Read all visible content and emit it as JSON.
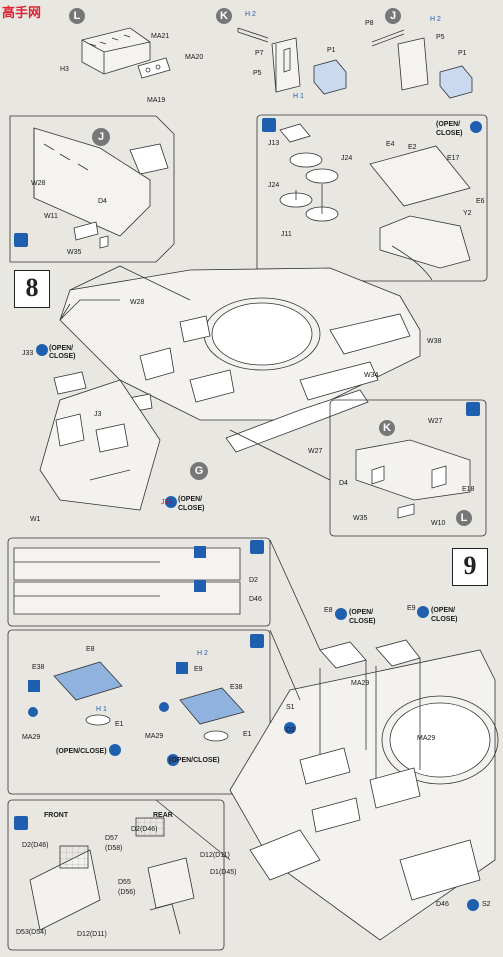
{
  "watermark": "高手网",
  "steps": {
    "step8": "8",
    "step9": "9"
  },
  "circles": {
    "L_top": "L",
    "K_top": "K",
    "J_top": "J",
    "J_w28": "J",
    "G": "G",
    "K_w27": "K",
    "L_w27": "L"
  },
  "callouts": {
    "h2_k": "H 2",
    "h1_k": "H 1",
    "h2_j": "H 2",
    "h2_9": "H 2",
    "h1_9": "H 1"
  },
  "parts": {
    "h3": "H3",
    "ma21": "MA21",
    "ma20": "MA20",
    "ma19": "MA19",
    "p7": "P7",
    "p5a": "P5",
    "p1a": "P1",
    "p8": "P8",
    "p5b": "P5",
    "p1b": "P1",
    "w28a": "W28",
    "d4a": "D4",
    "w11": "W11",
    "w35a": "W35",
    "j13": "J13",
    "j24a": "J24",
    "j24b": "J24",
    "j11": "J11",
    "e4": "E4",
    "e2": "E2",
    "e17": "E17",
    "e6": "E6",
    "y2": "Y2",
    "w28b": "W28",
    "j33a": "J33",
    "j3": "J3",
    "w1": "W1",
    "j33b": "J33",
    "w38": "W38",
    "w34": "W34",
    "w27a": "W27",
    "w27b": "W27",
    "e18": "E18",
    "d4b": "D4",
    "w35b": "W35",
    "w10": "W10",
    "d2a": "D2",
    "d46a": "D46",
    "e8a": "E8",
    "e38a": "E38",
    "ma29a": "MA29",
    "e1a": "E1",
    "e9a": "E9",
    "e38b": "E38",
    "ma29b": "MA29",
    "e1b": "E1",
    "e8b": "E8",
    "e9b": "E9",
    "ma29c": "MA29",
    "ma29d": "MA29",
    "s1": "S1",
    "d2b": "D2",
    "d46b": "D46",
    "s2": "S2",
    "front": "FRONT",
    "rear": "REAR",
    "d2d46": "D2(D46)",
    "d57": "D57",
    "d58": "(D58)",
    "d53": "D53(D54)",
    "d12a": "D12(D11)",
    "d2d46b": "D2(D46)",
    "d12b": "D12(D11)",
    "d1": "D1(D45)",
    "d55": "D55",
    "d56": "(D56)"
  },
  "open_close": {
    "oc1a": "(OPEN/",
    "oc1b": "CLOSE)",
    "oc2a": "(OPEN/",
    "oc2b": "CLOSE)",
    "oc3a": "(OPEN/",
    "oc3b": "CLOSE)",
    "oc4a": "(OPEN/",
    "oc4b": "CLOSE)",
    "oc5a": "(OPEN/",
    "oc5b": "CLOSE)",
    "oc6": "(OPEN/CLOSE)",
    "oc7": "(OPEN/CLOSE)"
  },
  "colors": {
    "paper": "#e9e7e2",
    "line": "#333333",
    "blue": "#1f5fb0",
    "part_red": "#c8102e",
    "hatch_blue": "#8fb2de"
  }
}
